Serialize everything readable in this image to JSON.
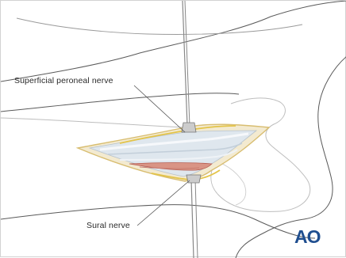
{
  "labels": {
    "superficial_peroneal_nerve": "Superficial peroneal nerve",
    "sural_nerve": "Sural nerve"
  },
  "logo": {
    "text": "AO",
    "color": "#1f4e8f"
  },
  "colors": {
    "outline": "#5a5a5a",
    "bone": "#bdbdbd",
    "skin_edge": "#e2cc8c",
    "tendon": "#d4dfe9",
    "muscle": "#c97b6e",
    "retractor": "#888888"
  }
}
